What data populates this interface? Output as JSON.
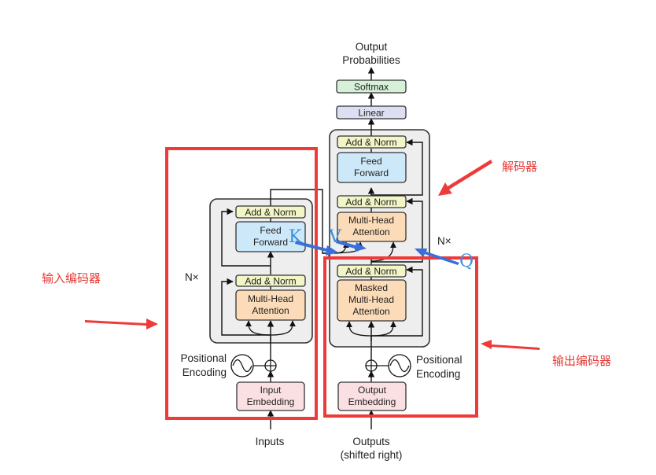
{
  "encoder": {
    "input_embedding": [
      "Input",
      "Embedding"
    ],
    "multi_head_attention": [
      "Multi-Head",
      "Attention"
    ],
    "add_norm_1": "Add & Norm",
    "feed_forward": [
      "Feed",
      "Forward"
    ],
    "add_norm_2": "Add & Norm",
    "nx": "N×",
    "positional_encoding": [
      "Positional",
      "Encoding"
    ],
    "inputs": "Inputs"
  },
  "decoder": {
    "output_embedding": [
      "Output",
      "Embedding"
    ],
    "masked_attention": [
      "Masked",
      "Multi-Head",
      "Attention"
    ],
    "add_norm_1": "Add & Norm",
    "multi_head_attention": [
      "Multi-Head",
      "Attention"
    ],
    "add_norm_2": "Add & Norm",
    "feed_forward": [
      "Feed",
      "Forward"
    ],
    "add_norm_3": "Add & Norm",
    "nx": "N×",
    "positional_encoding": [
      "Positional",
      "Encoding"
    ],
    "outputs": [
      "Outputs",
      "(shifted right)"
    ]
  },
  "head": {
    "linear": "Linear",
    "softmax": "Softmax",
    "output": [
      "Output",
      "Probabilities"
    ]
  },
  "annotations": {
    "encoder_label": "输入编码器",
    "decoder_label": "解码器",
    "output_encoder_label": "输出编码器",
    "k": "K",
    "v": "V",
    "q": "Q"
  },
  "colors": {
    "highlight": "#ef3a3a",
    "arrow_blue": "#3a6fd8",
    "add_norm": "#f2f5c6",
    "feed_forward": "#cde9f9",
    "attention": "#fcdcb8",
    "embedding": "#fbe0e3",
    "linear": "#dcdff2",
    "softmax": "#d7f0d8",
    "stack_bg": "#eeeeee"
  }
}
